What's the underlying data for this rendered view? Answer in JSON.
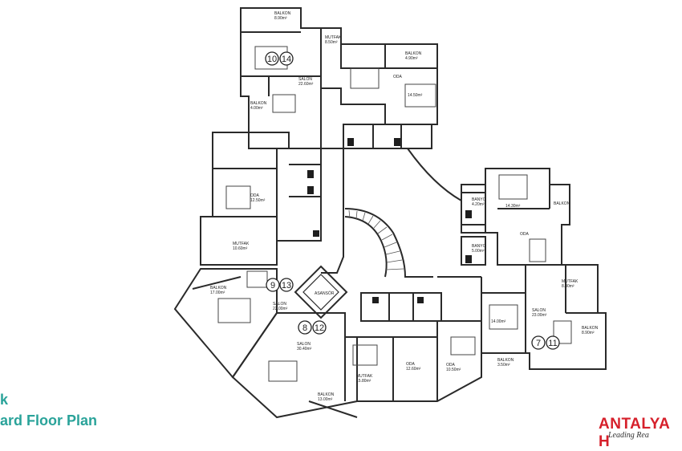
{
  "captions": {
    "line1": "k",
    "line2": "ard Floor Plan"
  },
  "brand": {
    "name": "ANTALYA H",
    "tagline": "Leading Rea",
    "color": "#d6202b"
  },
  "caption_color": "#2aa39a",
  "unit_numbers": [
    "10",
    "14",
    "9",
    "13",
    "8",
    "12",
    "7",
    "11"
  ],
  "rooms": {
    "balkon_top": "BALKON\n8.90m²",
    "mutfak_top": "MUTFAK\n8.50m²",
    "balkon_top2": "BALKON\n4.90m²",
    "salon_top": "SALON\n22.60m²",
    "oda_top": "ODA",
    "room_top_right": "14.50m²",
    "balkon_left_top": "BALKON\n4.00m²",
    "oda_left": "ODA\n12.50m²",
    "mutfak_left": "MUTFAK\n10.60m²",
    "salon_left": "SALON\n22.00m²",
    "balkon_left": "BALKON\n17.00m²",
    "salon_center": "SALON\n30.40m²",
    "mutfak_bottom": "MUTFAK\n15.80m²",
    "oda_bottom1": "ODA\n12.60m²",
    "oda_bottom2": "ODA\n10.50m²",
    "balkon_bottom": "BALKON\n13.00m²",
    "balkon_bottom2": "BALKON\n3.50m²",
    "salon_right": "SALON\n23.00m²",
    "room_right_mid": "14.00m²",
    "balkon_right": "BALKON\n8.90m²",
    "mutfak_right": "MUTFAK\n8.80m²",
    "oda_right": "ODA",
    "balkon_right_top": "BALKON",
    "banyo1": "BANYO\n4.20m²",
    "banyo2": "BANYO\n5.00m²",
    "room_right_top": "14.30m²",
    "lift": "ASANSÖR"
  }
}
